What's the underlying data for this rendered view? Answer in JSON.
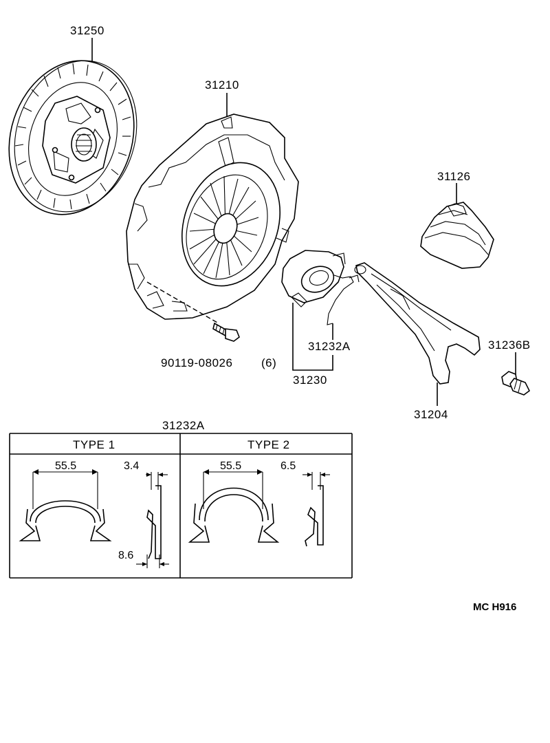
{
  "parts": {
    "clutch_disc": "31250",
    "clutch_cover": "31210",
    "boot": "31126",
    "bolt": "90119-08026",
    "bolt_qty": "(6)",
    "bearing_clip": "31232A",
    "release_bearing": "31230",
    "release_fork": "31204",
    "fork_support": "31236B"
  },
  "detail": {
    "title": "31232A",
    "type1": {
      "label": "TYPE  1",
      "width": "55.5",
      "dim_top": "3.4",
      "dim_bottom": "8.6"
    },
    "type2": {
      "label": "TYPE  2",
      "width": "55.5",
      "dim_top": "6.5"
    }
  },
  "footer_code": "MC  H916"
}
